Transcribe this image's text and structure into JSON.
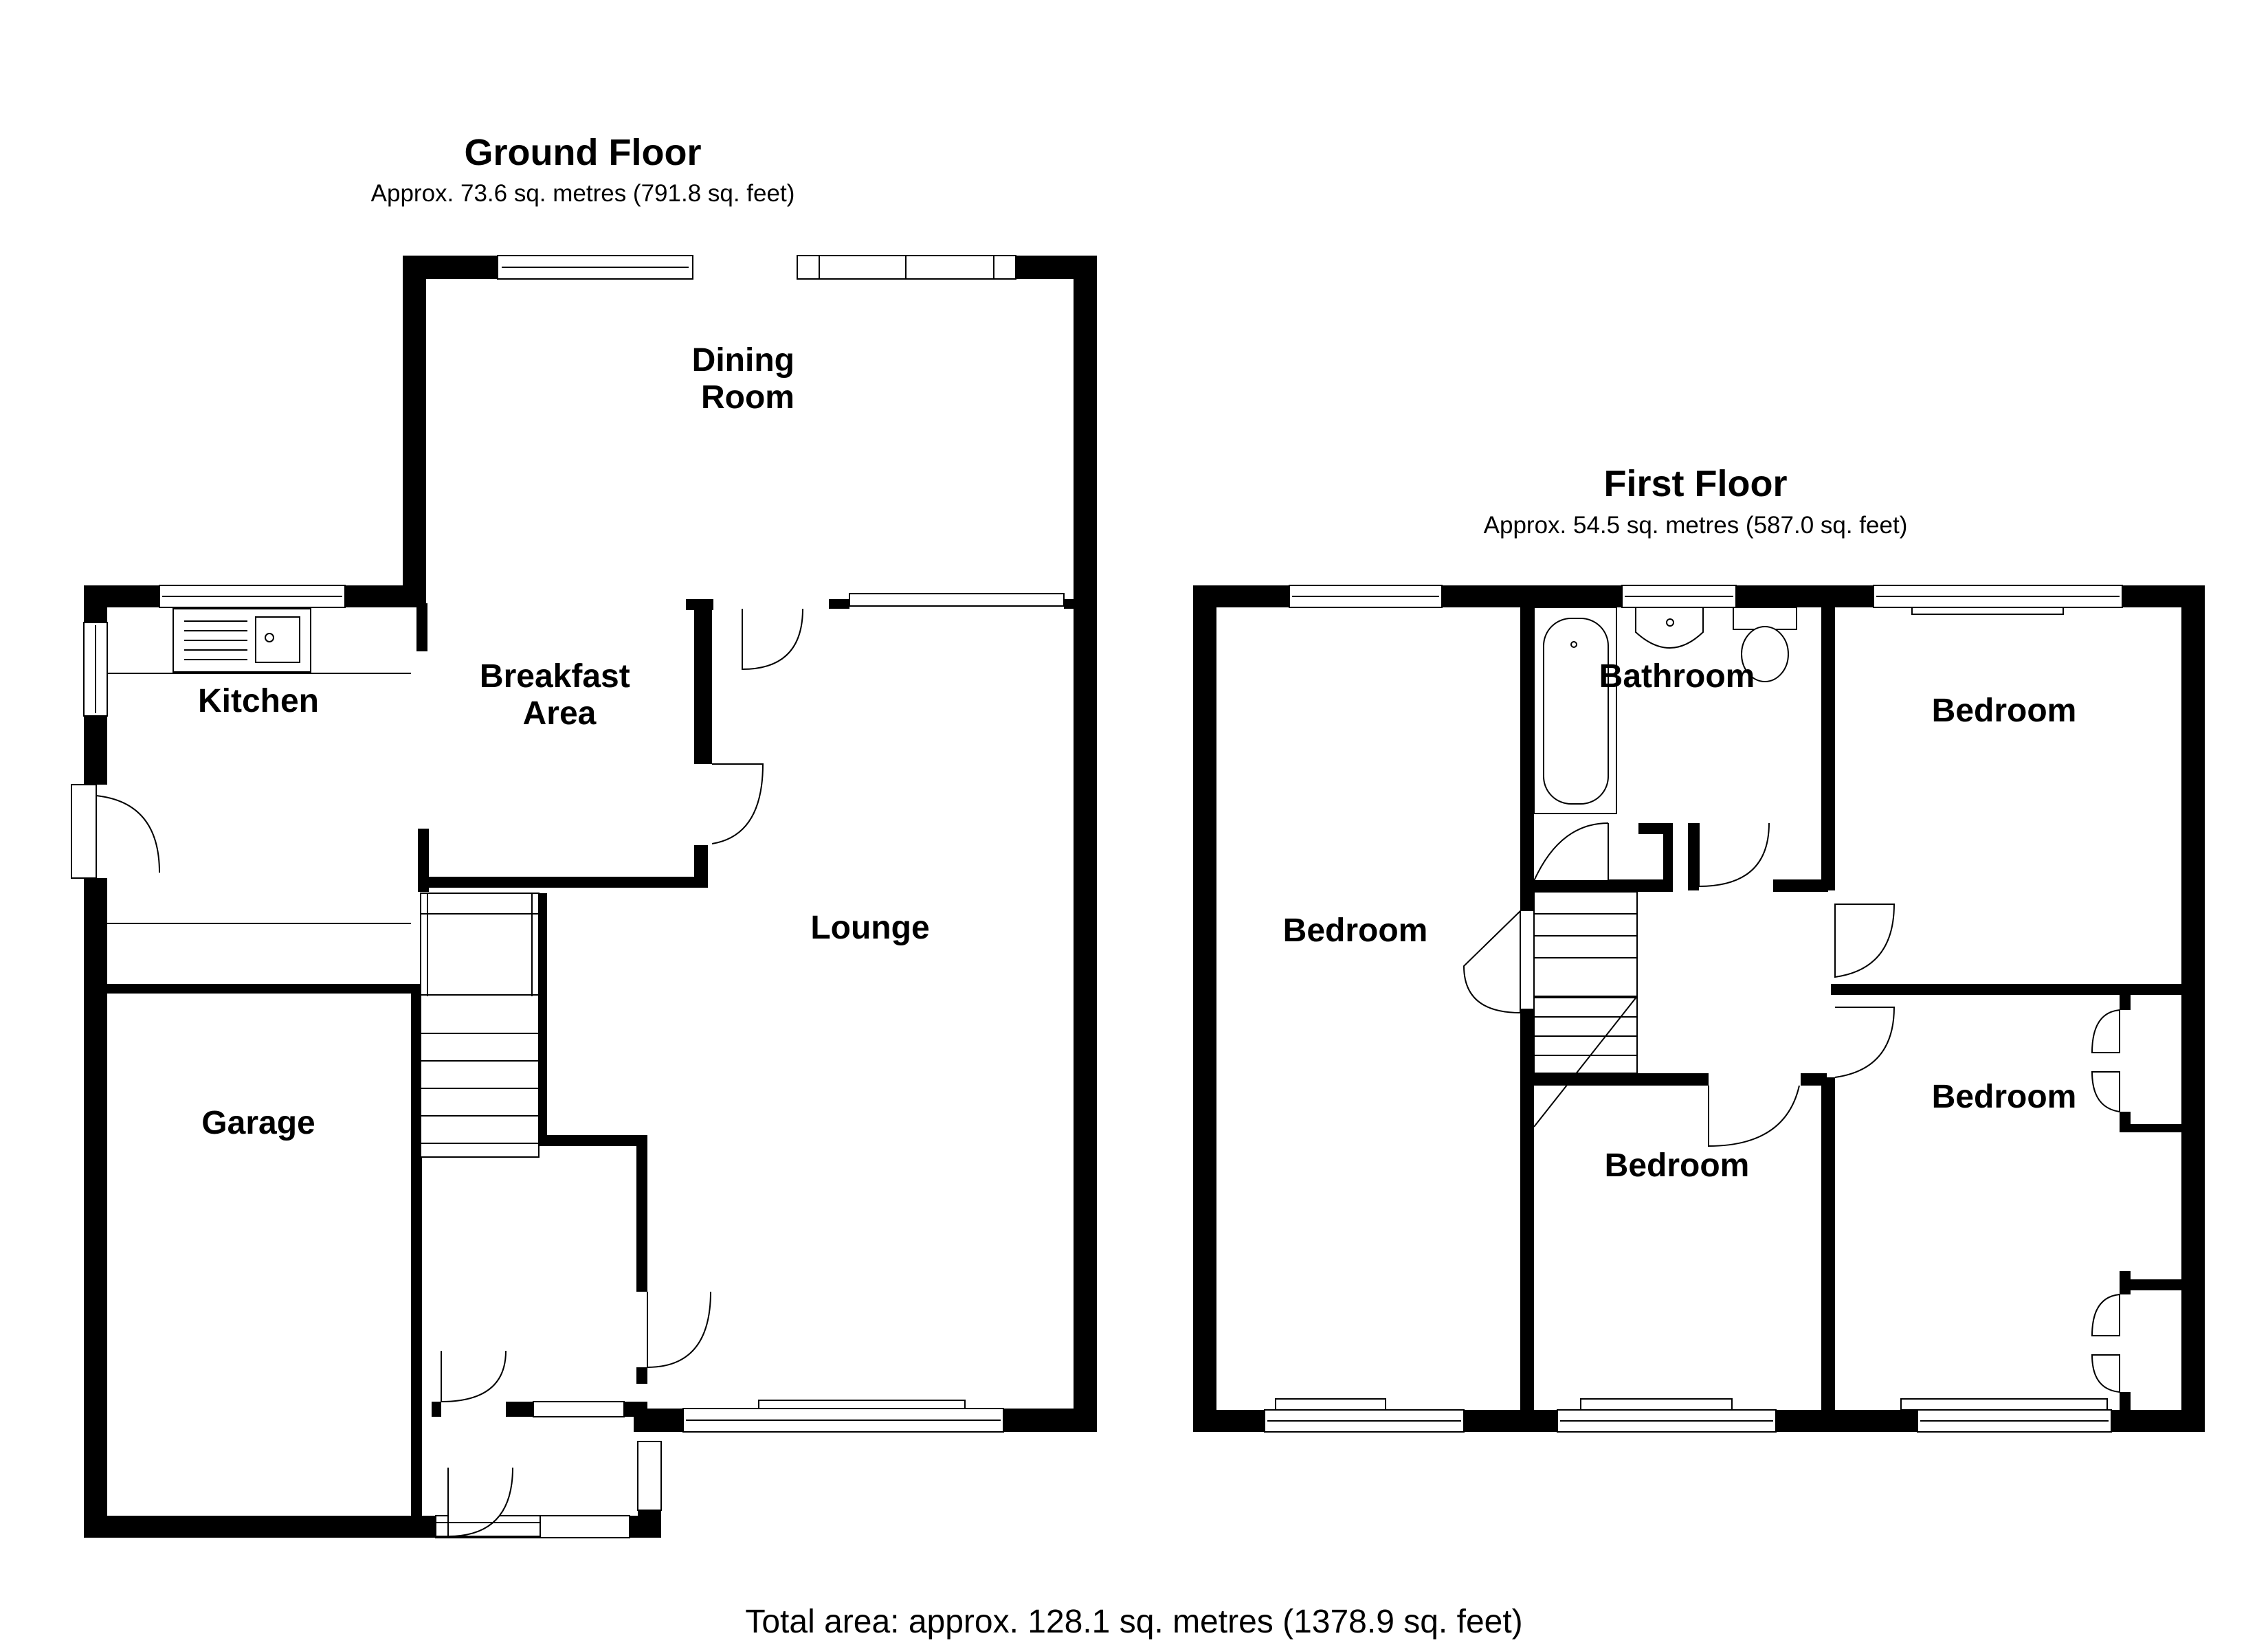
{
  "ground_floor": {
    "title": "Ground Floor",
    "area": "Approx. 73.6 sq. metres (791.8 sq. feet)",
    "rooms": {
      "dining": [
        "Dining",
        "Room"
      ],
      "breakfast": [
        "Breakfast",
        "Area"
      ],
      "kitchen": "Kitchen",
      "lounge": "Lounge",
      "garage": "Garage"
    }
  },
  "first_floor": {
    "title": "First Floor",
    "area": "Approx. 54.5 sq. metres (587.0 sq. feet)",
    "rooms": {
      "bathroom": "Bathroom",
      "bedroom_front_left": "Bedroom",
      "bedroom_rear_right": "Bedroom",
      "bedroom_middle_right": "Bedroom",
      "bedroom_front_middle": "Bedroom"
    }
  },
  "total_area": "Total area: approx. 128.1 sq. metres (1378.9 sq. feet)"
}
